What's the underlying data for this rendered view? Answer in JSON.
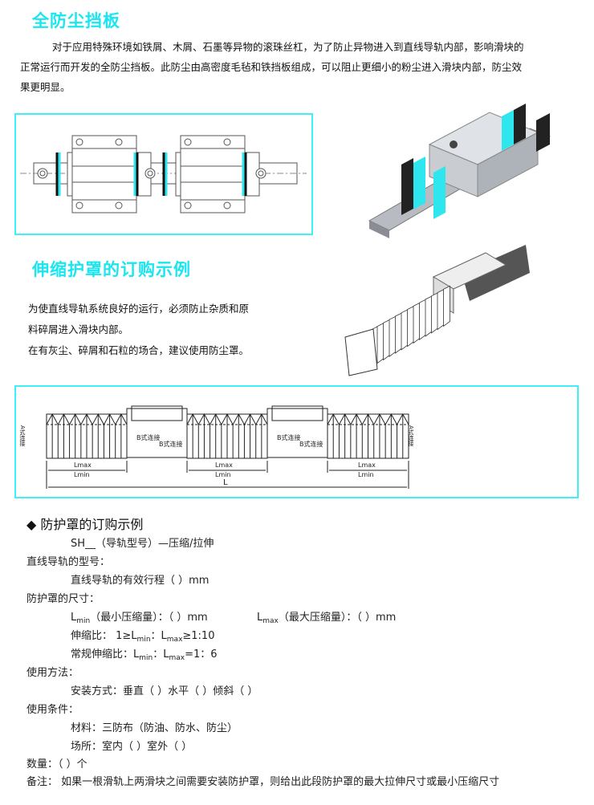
{
  "section1": {
    "title": "全防尘挡板",
    "paragraph_lines": [
      "对于应用特殊环境如铁屑、木屑、石墨等异物的滚珠丝杠，为了防止异物进入到直线导轨内部，影响滑块的",
      "正常运行而开发的全防尘挡板。此防尘由高密度毛毡和铁挡板组成，可以阻止更细小的粉尘进入滑块内部，防尘效",
      "果更明显。"
    ]
  },
  "section2": {
    "title": "伸缩护罩的订购示例",
    "lines": [
      "为使直线导轨系统良好的运行，必须防止杂质和原",
      "料碎屑进入滑块内部。",
      "在有灰尘、碎屑和石粒的场合，建议使用防尘罩。"
    ]
  },
  "diagram": {
    "a_label": "A式连接",
    "b_label": "B式连接",
    "lmax": "Lmax",
    "lmin": "Lmin",
    "total": "L"
  },
  "order": {
    "heading": "防护罩的订购示例",
    "model_code": "SH__（导轨型号）—压缩/拉伸",
    "rail_model_label": "直线导轨的型号：",
    "stroke": "直线导轨的有效行程（      ）mm",
    "size_label": "防护罩的尺寸：",
    "lmin_L": "L",
    "min": "min",
    "max": "max",
    "lmin_text": "（最小压缩量）：（      ）mm",
    "lmax_text": "（最大压缩量）：（      ）mm",
    "ratio_prefix": "伸缩比：  1≥L",
    "ratio_sep": "：L",
    "ratio_suffix": "≥1:10",
    "normal_prefix": "常规伸缩比：L",
    "normal_suffix": "=1：6",
    "usage_label": "使用方法：",
    "mount": "安装方式：垂直（      ）水平（      ）倾斜（      ）",
    "conditions_label": "使用条件：",
    "material": "材料：三防布（防油、防水、防尘）",
    "place": "场所：室内（      ）室外（      ）",
    "quantity": "数量：（      ）个",
    "note": "备注： 如果一根滑轨上两滑块之间需要安装防护罩，则给出此段防护罩的最大拉伸尺寸或最小压缩尺寸"
  },
  "colors": {
    "accent": "#19e6ef",
    "text": "#111111"
  }
}
